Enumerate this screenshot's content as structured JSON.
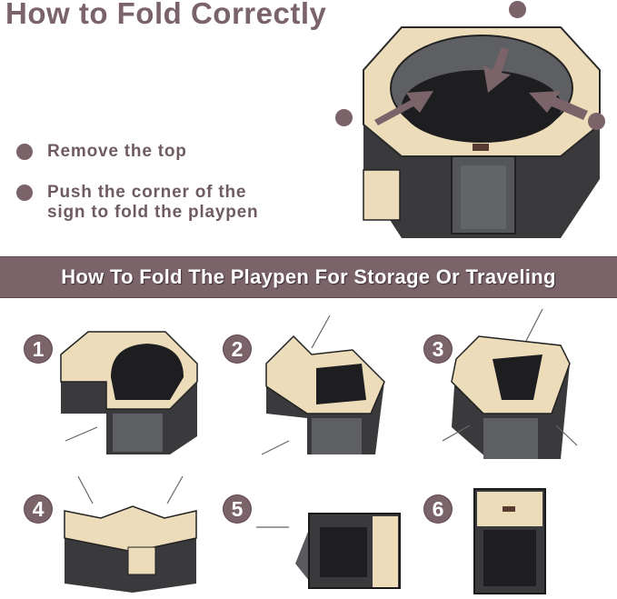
{
  "header": {
    "title": "How to Fold Correctly"
  },
  "instructions": [
    {
      "text": "Remove the top"
    },
    {
      "text_line1": "Push the corner of the",
      "text_line2": "sign to fold the playpen"
    }
  ],
  "banner": {
    "title": "How To Fold The Playpen For Storage Or Traveling"
  },
  "steps": [
    {
      "number": "1"
    },
    {
      "number": "2"
    },
    {
      "number": "3"
    },
    {
      "number": "4"
    },
    {
      "number": "5"
    },
    {
      "number": "6"
    }
  ],
  "colors": {
    "accent": "#7a6369",
    "fabric_beige": "#ecdcba",
    "fabric_dark": "#3a3a3c",
    "mesh": "#5a5a5e"
  }
}
